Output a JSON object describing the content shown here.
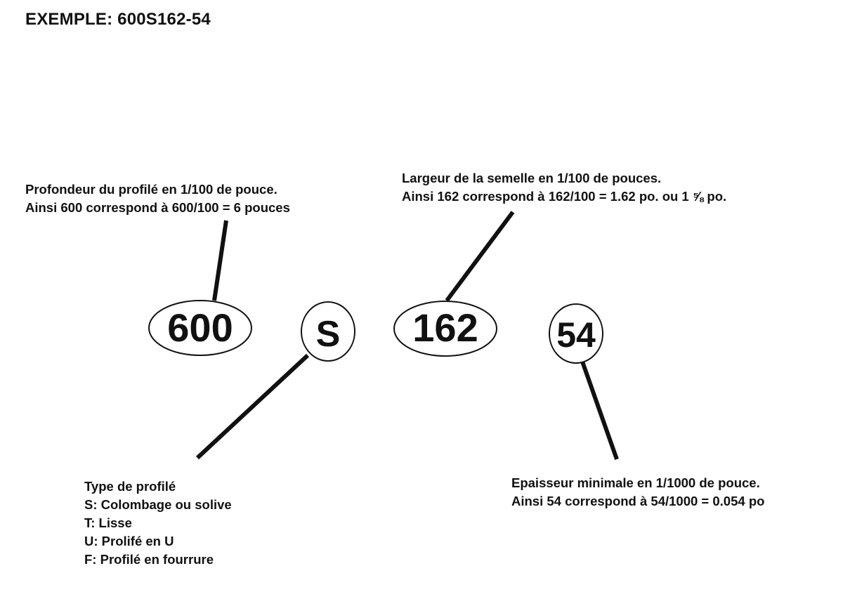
{
  "title": "EXEMPLE: 600S162-54",
  "codes": {
    "depth": "600",
    "type": "S",
    "width": "162",
    "thickness": "54"
  },
  "notes": {
    "depth": [
      "Profondeur du profilé en 1/100 de pouce.",
      "Ainsi 600 correspond à   600/100  = 6 pouces"
    ],
    "width": [
      "Largeur de la semelle en 1/100 de pouces.",
      "Ainsi 162 correspond à 162/100  =  1.62 po. ou 1 ⅝ po."
    ],
    "type": {
      "heading": "Type de profilé",
      "items": [
        "S:  Colombage ou solive",
        "T:  Lisse",
        "U:  Prolifé en U",
        "F:  Profilé en fourrure"
      ]
    },
    "thickness": [
      "Epaisseur minimale en 1/1000 de pouce.",
      "Ainsi 54 correspond à 54/1000 = 0.054 po"
    ]
  },
  "colors": {
    "ink": "#111111",
    "background": "#ffffff"
  }
}
